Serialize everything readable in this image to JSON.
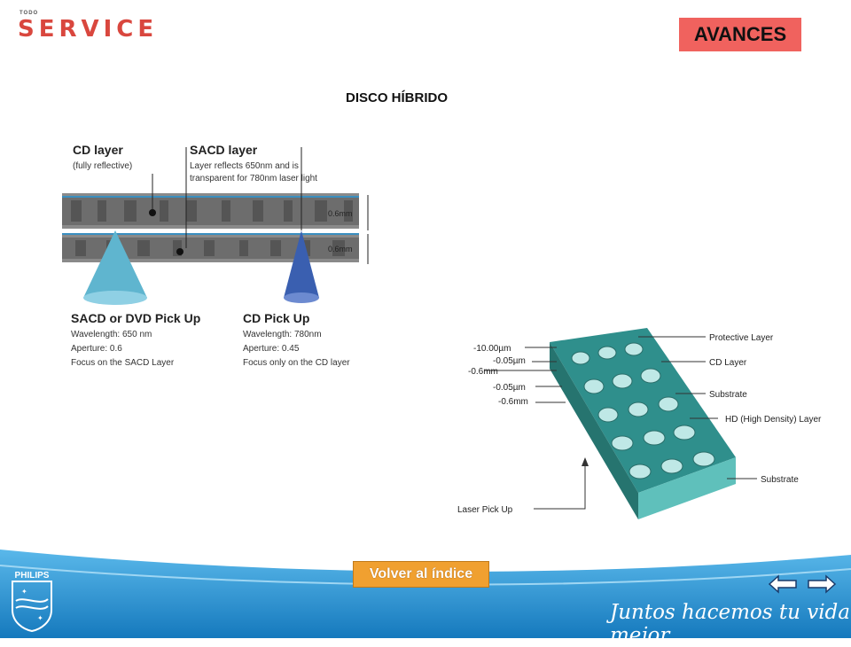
{
  "header": {
    "logo_small": "TODO",
    "logo_big": "SERVICE",
    "section_label": "AVANCES"
  },
  "page_title": "DISCO HÍBRIDO",
  "diagram_left": {
    "cd_layer_title": "CD layer",
    "cd_layer_sub": "(fully reflective)",
    "sacd_layer_title": "SACD layer",
    "sacd_layer_line1": "Layer reflects 650nm and is",
    "sacd_layer_line2": "transparent for 780nm laser light",
    "dim_top": "0.6mm",
    "dim_bottom": "0.6mm",
    "pickup_left_title": "SACD or DVD Pick Up",
    "pickup_left_l1": "Wavelength: 650 nm",
    "pickup_left_l2": "Aperture: 0.6",
    "pickup_left_l3": "Focus on the SACD Layer",
    "pickup_right_title": "CD Pick Up",
    "pickup_right_l1": "Wavelength: 780nm",
    "pickup_right_l2": "Aperture: 0.45",
    "pickup_right_l3": "Focus only on the CD layer"
  },
  "diagram_right": {
    "dims": [
      "-10.00µm",
      "-0.05µm",
      "-0.6mm",
      "-0.05µm",
      "-0.6mm"
    ],
    "labels": [
      "Protective Layer",
      "CD Layer",
      "Substrate",
      "HD (High Density) Layer",
      "Substrate"
    ],
    "laser_label": "Laser Pick Up"
  },
  "footer": {
    "back_button": "Volver al índice",
    "brand": "PHILIPS",
    "tagline": "Juntos hacemos tu vida mejor",
    "colors": {
      "band": "#1a8fd0",
      "band_light": "#4fb3e8"
    }
  }
}
